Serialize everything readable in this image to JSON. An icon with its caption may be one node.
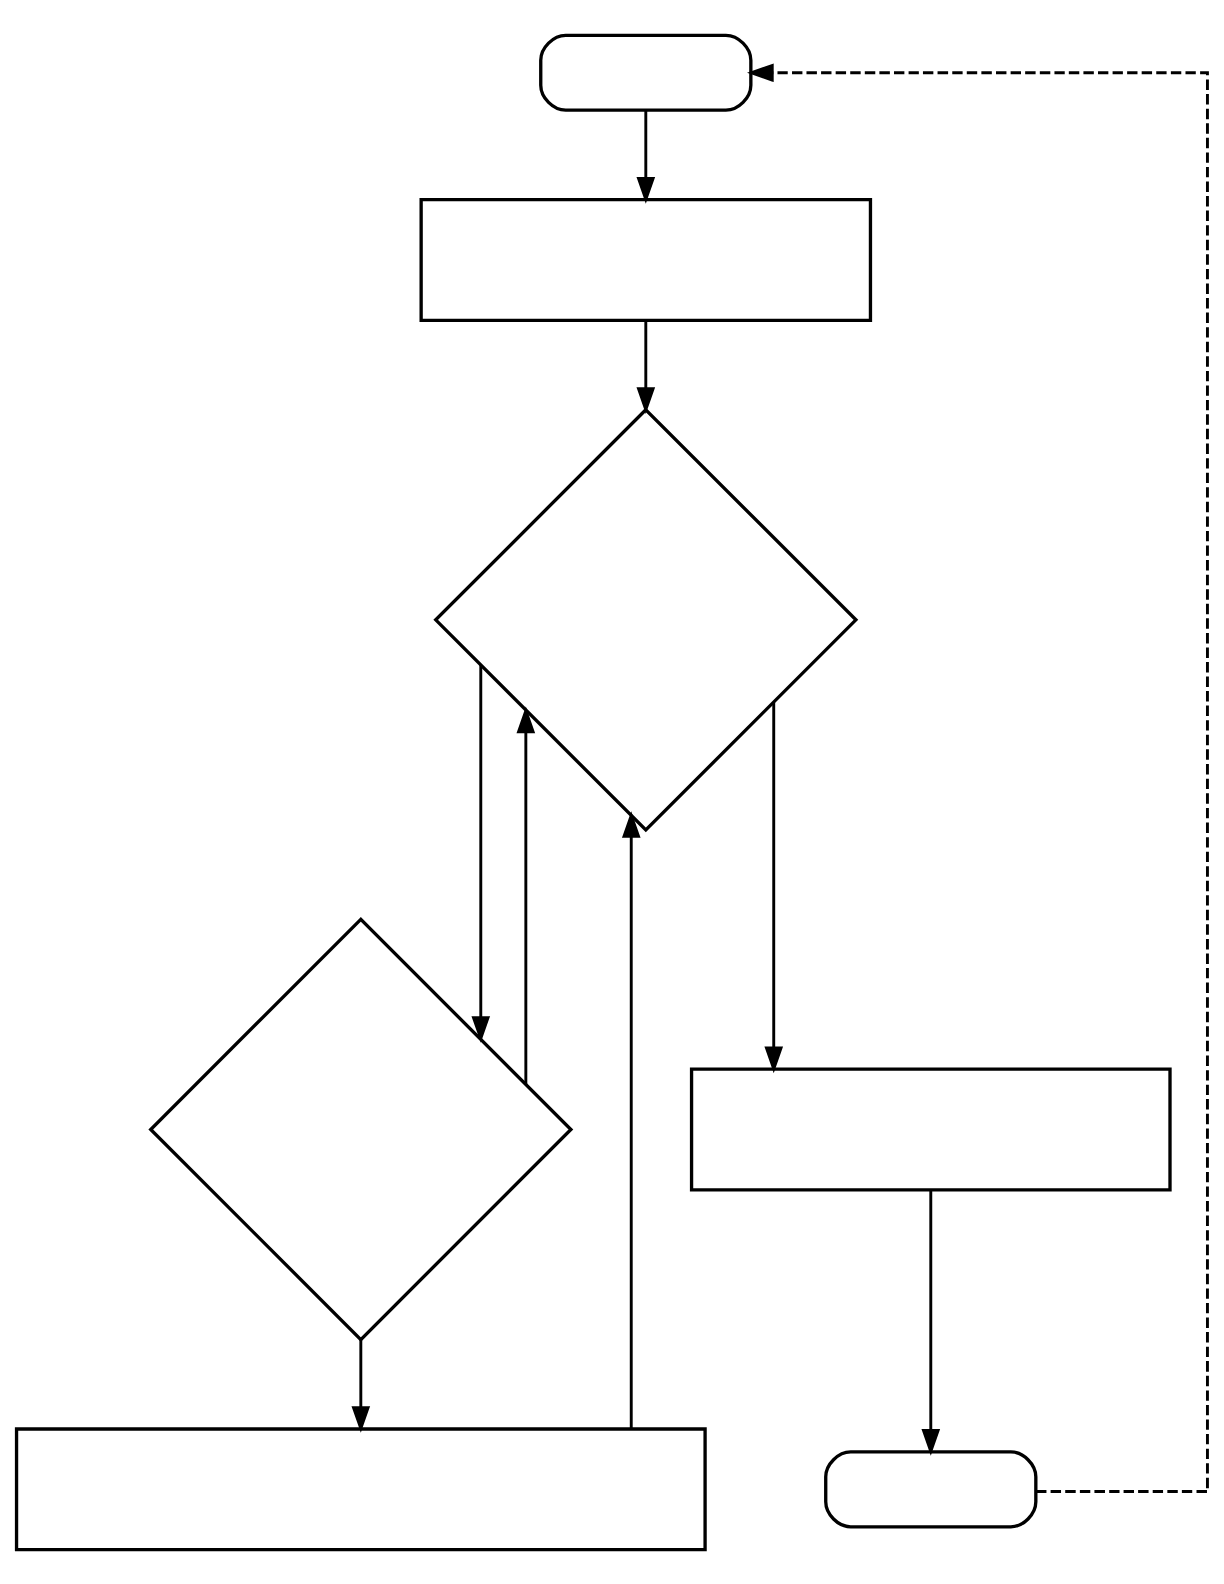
{
  "diagram": {
    "nodes": [
      {
        "text": [],
        "shape": "oval"
      },
      {
        "text": [],
        "shape": "box"
      },
      {
        "text": [],
        "shape": "diamond"
      },
      {
        "text": [],
        "shape": "diamond"
      },
      {
        "text": [],
        "shape": "box"
      },
      {
        "text": [],
        "shape": "box"
      },
      {
        "text": [],
        "shape": "oval"
      }
    ],
    "edges": [
      {
        "from": 0,
        "to": 1,
        "arrow": "to"
      },
      {
        "from": 1,
        "to": 2,
        "arrow": "to"
      },
      {
        "from": 2,
        "to": 3,
        "arrow": "to"
      },
      {
        "from": 2,
        "to": 5,
        "arrow": "to"
      },
      {
        "from": 3,
        "to": 2,
        "arrow": "to"
      },
      {
        "from": 3,
        "to": 4,
        "arrow": "to"
      },
      {
        "from": 4,
        "to": 2,
        "arrow": "to"
      },
      {
        "from": 5,
        "to": 6,
        "arrow": "to"
      },
      {
        "from": 6,
        "to": 0,
        "arrow": "to",
        "style": "dashed"
      }
    ]
  }
}
